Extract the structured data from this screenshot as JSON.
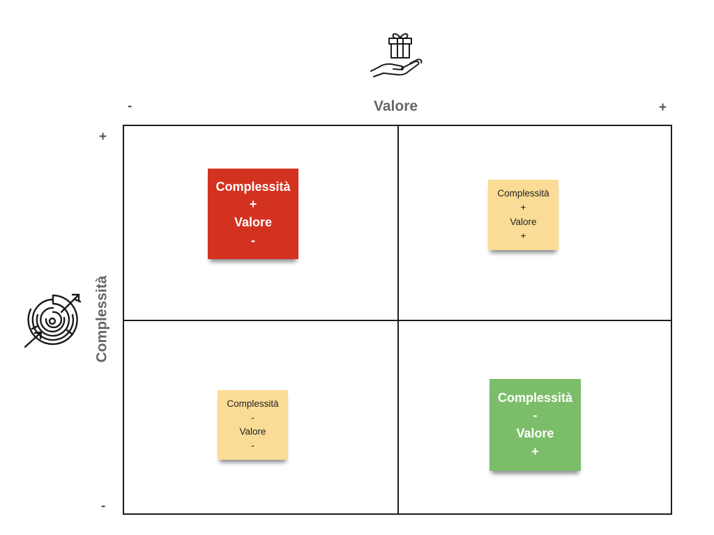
{
  "axes": {
    "x_title": "Valore",
    "x_minus": "-",
    "x_plus": "+",
    "y_title": "Complessità",
    "y_plus": "+",
    "y_minus": "-"
  },
  "icons": {
    "value_icon": "gift-in-hand-icon",
    "complexity_icon": "maze-target-icon"
  },
  "colors": {
    "red_note": "#d33220",
    "green_note": "#7cbd6a",
    "yellow_note": "#fbdc96",
    "grid_line": "#1c1c1c",
    "axis_text": "#666666"
  },
  "quadrants": {
    "top_left": {
      "line1": "Complessità",
      "line2": "+",
      "line3": "Valore",
      "line4": "-"
    },
    "top_right": {
      "line1": "Complessità",
      "line2": "+",
      "line3": "Valore",
      "line4": "+"
    },
    "bottom_left": {
      "line1": "Complessità",
      "line2": "-",
      "line3": "Valore",
      "line4": "-"
    },
    "bottom_right": {
      "line1": "Complessità",
      "line2": "-",
      "line3": "Valore",
      "line4": "+"
    }
  }
}
